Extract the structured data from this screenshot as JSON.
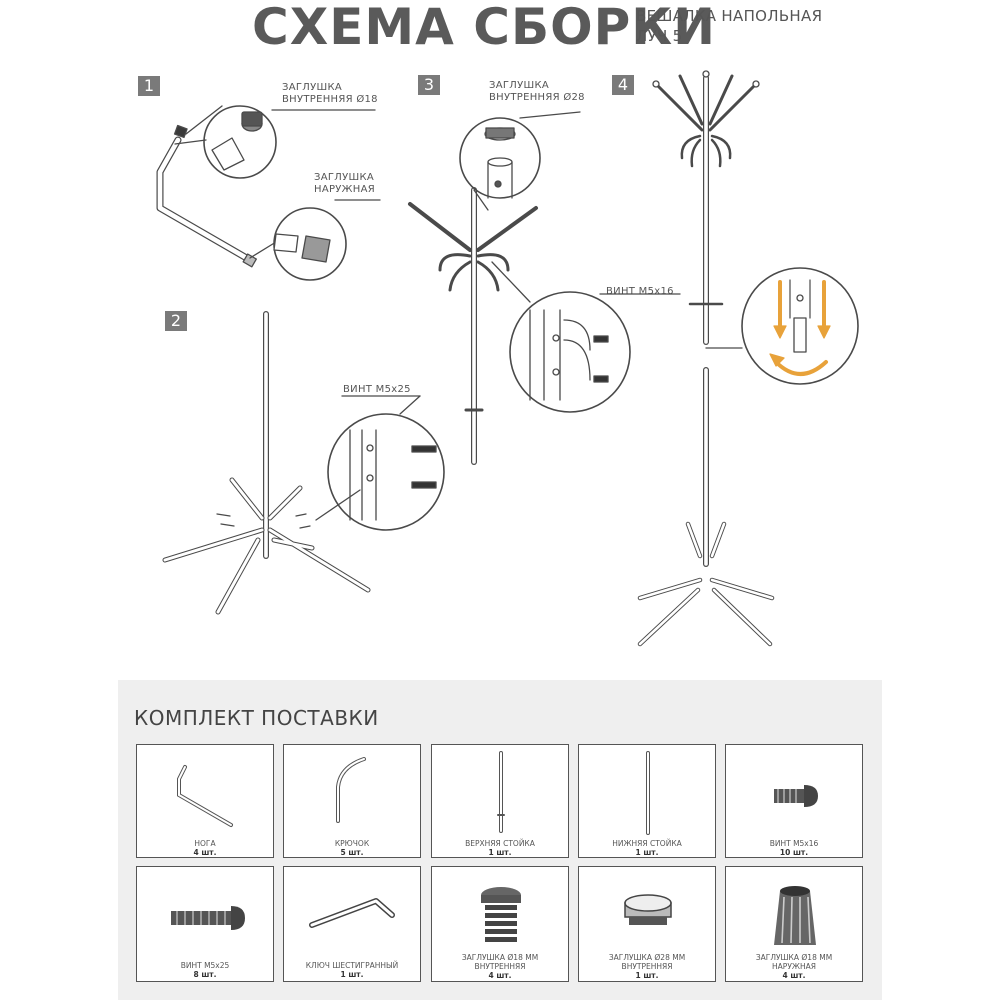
{
  "header": {
    "title": "СХЕМА СБОРКИ",
    "subtitle_line1": "ВЕШАЛКА НАПОЛЬНАЯ",
    "subtitle_line2": "ЛУЧ 5"
  },
  "steps": {
    "s1": "1",
    "s2": "2",
    "s3": "3",
    "s4": "4"
  },
  "callouts": {
    "plug_inner18_l1": "ЗАГЛУШКА",
    "plug_inner18_l2": "ВНУТРЕННЯЯ Ø18",
    "plug_outer_l1": "ЗАГЛУШКА",
    "plug_outer_l2": "НАРУЖНАЯ",
    "plug_inner28_l1": "ЗАГЛУШКА",
    "plug_inner28_l2": "ВНУТРЕННЯЯ Ø28",
    "screw_m5x16": "ВИНТ М5х16",
    "screw_m5x25": "ВИНТ М5х25"
  },
  "kit": {
    "title": "КОМПЛЕКТ ПОСТАВКИ",
    "items": [
      {
        "name": "НОГА",
        "qty": "4 шт."
      },
      {
        "name": "КРЮЧОК",
        "qty": "5 шт."
      },
      {
        "name": "ВЕРХНЯЯ СТОЙКА",
        "qty": "1 шт."
      },
      {
        "name": "НИЖНЯЯ СТОЙКА",
        "qty": "1 шт."
      },
      {
        "name": "ВИНТ М5х16",
        "qty": "10 шт."
      },
      {
        "name": "ВИНТ М5х25",
        "qty": "8 шт."
      },
      {
        "name": "КЛЮЧ ШЕСТИГРАННЫЙ",
        "qty": "1 шт."
      },
      {
        "name": "ЗАГЛУШКА Ø18 ММ",
        "name2": "ВНУТРЕННЯЯ",
        "qty": "4 шт."
      },
      {
        "name": "ЗАГЛУШКА Ø28 ММ",
        "name2": "ВНУТРЕННЯЯ",
        "qty": "1 шт."
      },
      {
        "name": "ЗАГЛУШКА Ø18 ММ",
        "name2": "НАРУЖНАЯ",
        "qty": "4 шт."
      }
    ]
  },
  "colors": {
    "line": "#4a4a4a",
    "accent_arrow": "#e8a23a",
    "panel": "#efefef"
  }
}
